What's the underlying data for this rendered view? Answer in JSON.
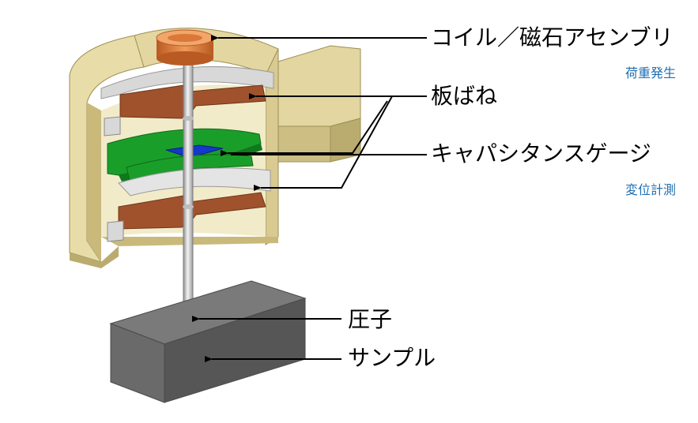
{
  "labels": {
    "coil_magnet": "コイル／磁石アセンブリ",
    "load_generation": "荷重発生",
    "leaf_spring": "板ばね",
    "capacitance_gauge": "キャパシタンスゲージ",
    "displacement_measurement": "変位計測",
    "indenter": "圧子",
    "sample": "サンプル"
  },
  "colors": {
    "housing": "#E8DCA8",
    "housing_dark": "#B9AC6E",
    "coil": "#D9783A",
    "leaf_spring": "#A0522D",
    "gauge_plate": "#1A9E2A",
    "gauge_center": "#1438C8",
    "sample": "#6E6E6E",
    "sub_label": "#1F6FB2",
    "leader": "#000000"
  }
}
